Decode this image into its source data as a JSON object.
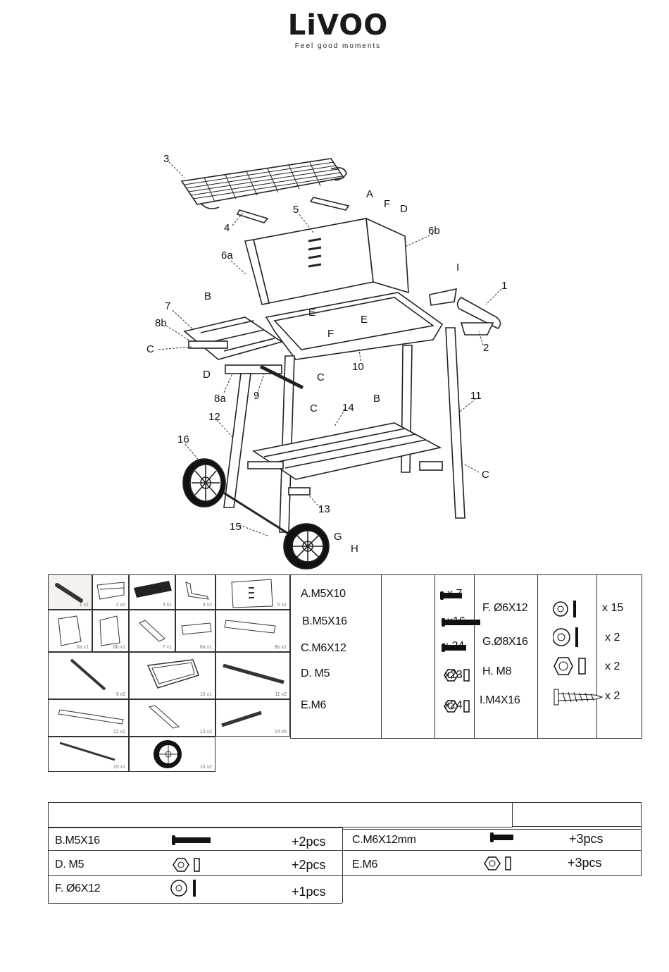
{
  "brand": {
    "name": "LiVOO",
    "tagline": "Feel good moments"
  },
  "diagram_labels": {
    "l1": "1",
    "l2": "2",
    "l3": "3",
    "l4": "4",
    "l5": "5",
    "l6a": "6a",
    "l6b": "6b",
    "l7": "7",
    "l8a": "8a",
    "l8b": "8b",
    "l9": "9",
    "l10": "10",
    "l11": "11",
    "l12": "12",
    "l13": "13",
    "l14": "14",
    "l15": "15",
    "l16": "16",
    "A": "A",
    "B1": "B",
    "B2": "B",
    "C1": "C",
    "C2": "C",
    "C3": "C",
    "C4": "C",
    "D1": "D",
    "D2": "D",
    "E1": "E",
    "E2": "E",
    "F1": "F",
    "F2": "F",
    "G": "G",
    "H": "H",
    "I": "I"
  },
  "parts_grid": [
    {
      "num": "1 x1"
    },
    {
      "num": "2 x2"
    },
    {
      "num": "3 x1"
    },
    {
      "num": "4 x2"
    },
    {
      "num": "5 x1"
    },
    {
      "num": "6a x1"
    },
    {
      "num": "6b x1"
    },
    {
      "num": "7 x1"
    },
    {
      "num": "8a x1"
    },
    {
      "num": "8b x1"
    },
    {
      "num": "9 x2"
    },
    {
      "num": "10 x1"
    },
    {
      "num": "11 x2"
    },
    {
      "num": "12 x2"
    },
    {
      "num": "13 x2"
    },
    {
      "num": "14 x5"
    },
    {
      "num": "15 x1"
    },
    {
      "num": "16 x2"
    }
  ],
  "hardware": [
    {
      "label": "A.M5X10",
      "qty": "x 7"
    },
    {
      "label": "B.M5X16",
      "qty": "x16"
    },
    {
      "label": "C.M6X12",
      "qty": "x 24"
    },
    {
      "label": "D. M5",
      "qty": "x23"
    },
    {
      "label": "E.M6",
      "qty": "x24"
    },
    {
      "label": "F. Ø6X12",
      "qty": "x 15"
    },
    {
      "label": "G.Ø8X16",
      "qty": "x 2"
    },
    {
      "label": "H. M8",
      "qty": "x 2"
    },
    {
      "label": "I.M4X16",
      "qty": "x 2"
    }
  ],
  "extra": {
    "rows": [
      {
        "label": "B.M5X16",
        "qty": "+2pcs"
      },
      {
        "label": "C.M6X12mm",
        "qty": "+3pcs"
      },
      {
        "label": "D. M5",
        "qty": "+2pcs"
      },
      {
        "label": "E.M6",
        "qty": "+3pcs"
      },
      {
        "label": "F. Ø6X12",
        "qty": "+1pcs"
      }
    ]
  }
}
